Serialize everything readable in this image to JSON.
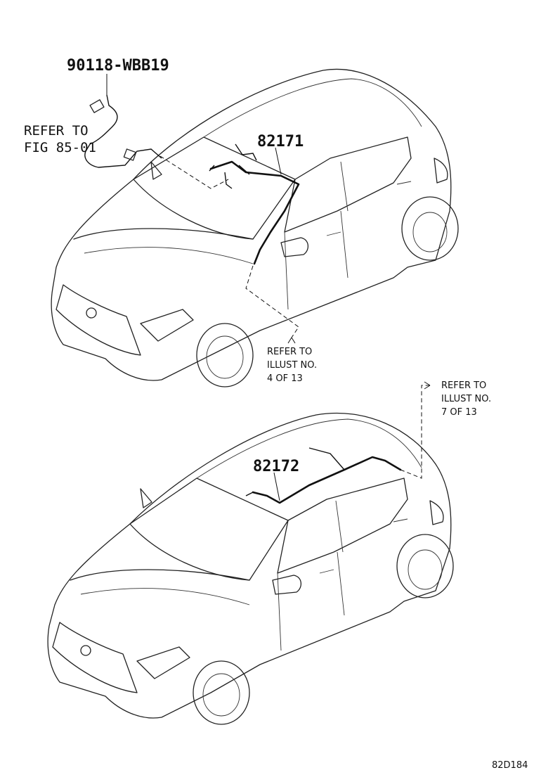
{
  "parts": {
    "clip_part": "90118-WBB19",
    "harness_upper": "82171",
    "harness_lower": "82172"
  },
  "refs": {
    "fig_line1": "REFER TO",
    "fig_line2": "FIG 85-01",
    "illust4_line1": "REFER TO",
    "illust4_line2": "ILLUST NO.",
    "illust4_line3": "4 OF 13",
    "illust7_line1": "REFER TO",
    "illust7_line2": "ILLUST NO.",
    "illust7_line3": "7 OF 13"
  },
  "diagram_code": "82D184"
}
